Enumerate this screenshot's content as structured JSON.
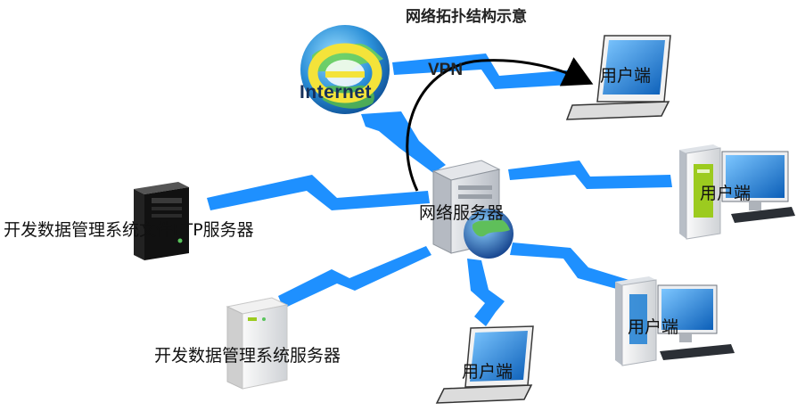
{
  "title": "网络拓扑结构示意",
  "vpn_label": "VPN",
  "internet_label": "Internet",
  "center_server_label": "网络服务器",
  "ftp_server_label": "开发数据管理系统文件FTP服务器",
  "db_server_label": "开发数据管理系统服务器",
  "client_label": "用户端",
  "colors": {
    "lightning": "#1e90ff",
    "screen": "#1d7fd4",
    "desktop_accent": "#9ccb1f"
  }
}
